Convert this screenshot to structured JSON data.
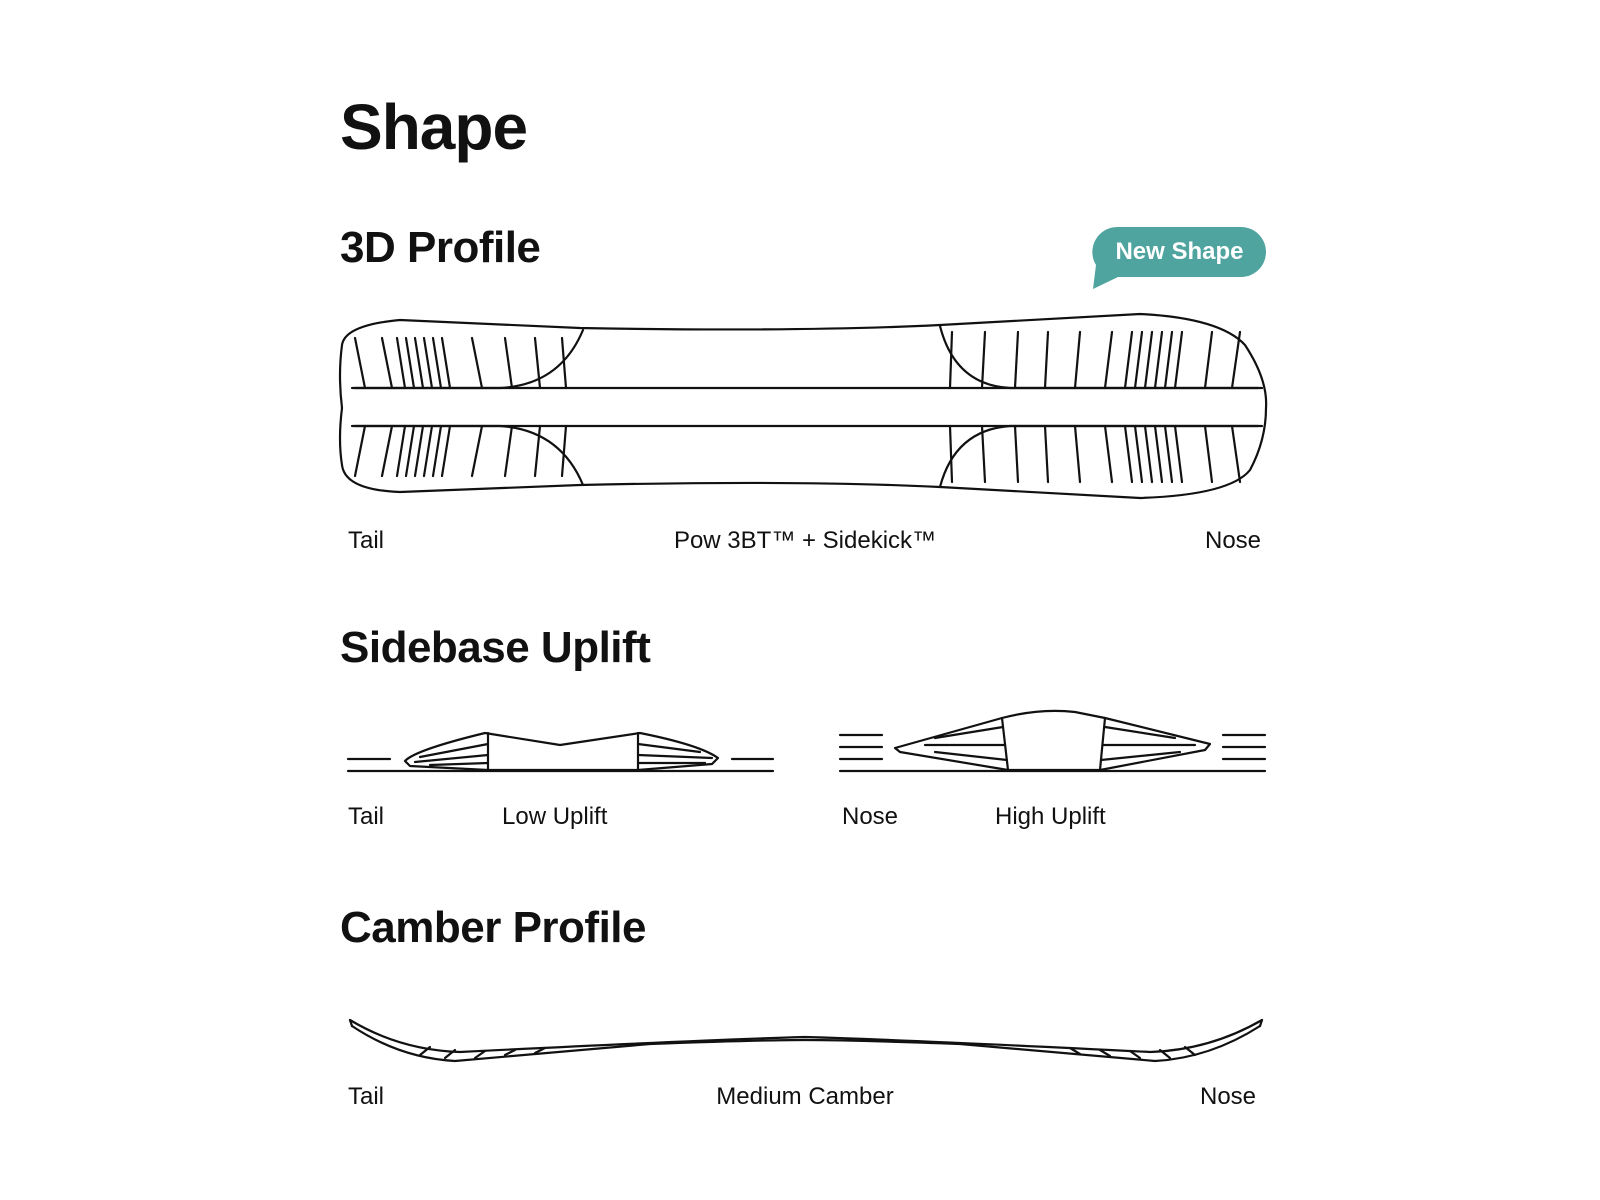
{
  "page": {
    "title": "Shape",
    "accent_color": "#4FA4A0"
  },
  "profile_3d": {
    "heading": "3D Profile",
    "badge": "New Shape",
    "labels": {
      "tail": "Tail",
      "center": "Pow 3BT™ + Sidekick™",
      "nose": "Nose"
    }
  },
  "sidebase_uplift": {
    "heading": "Sidebase Uplift",
    "left": {
      "end": "Tail",
      "caption": "Low Uplift"
    },
    "right": {
      "end": "Nose",
      "caption": "High Uplift"
    }
  },
  "camber_profile": {
    "heading": "Camber Profile",
    "labels": {
      "tail": "Tail",
      "center": "Medium Camber",
      "nose": "Nose"
    }
  }
}
